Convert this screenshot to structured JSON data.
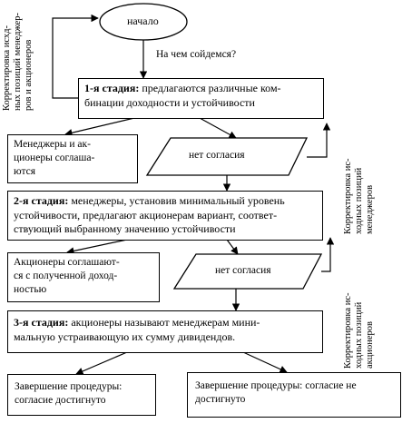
{
  "start": "начало",
  "question": "На чем сойдемся?",
  "stage1": {
    "title": "1-я стадия:",
    "text_line1": " предлагаются различные ком-",
    "text_line2": "бинации доходности и устойчивости"
  },
  "managers_agree": {
    "line1": "Менеджеры и ак-",
    "line2": "ционеры соглаша-",
    "line3": "ются"
  },
  "disagree1": "нет согласия",
  "stage2": {
    "title": "2-я стадия:",
    "text_line1": " менеджеры, установив минимальный уровень",
    "text_line2": "устойчивости, предлагают акционерам вариант, соответ-",
    "text_line3": "ствующий выбранному значению устойчивости"
  },
  "shareholders_agree": {
    "line1": "Акционеры соглашают-",
    "line2": "ся с полученной доход-",
    "line3": "ностью"
  },
  "disagree2": "нет согласия",
  "stage3": {
    "title": "3-я стадия:",
    "text_line1": " акционеры называют менеджерам мини-",
    "text_line2": "мальную устраивающую их сумму дивидендов."
  },
  "end_agree": {
    "line1": "Завершение процедуры:",
    "line2": "согласие достигнуто"
  },
  "end_disagree": {
    "line1": "Завершение процедуры: согласие не",
    "line2": "достигнуто"
  },
  "side_left": {
    "line1": "Корректировка исхд-",
    "line2": "ных позиций менеджер-",
    "line3": "ров и акционеров"
  },
  "side_right1": {
    "line1": "Корректировка ис-",
    "line2": "ходных позиций",
    "line3": "менеджеров"
  },
  "side_right2": {
    "line1": "Корректировка ис-",
    "line2": "ходных позиций",
    "line3": "акционеров"
  }
}
